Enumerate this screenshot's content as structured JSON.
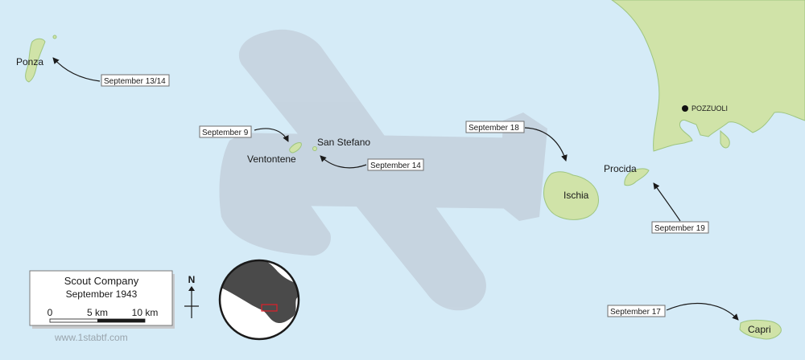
{
  "places": {
    "ponza": "Ponza",
    "ventotene": "Ventontene",
    "san_stefano": "San Stefano",
    "ischia": "Ischia",
    "procida": "Procida",
    "capri": "Capri",
    "pozzuoli": "POZZUOLI"
  },
  "dates": {
    "ponza": "September 13/14",
    "ventotene": "September 9",
    "san_stefano": "September 14",
    "ischia": "September 18",
    "procida": "September 19",
    "capri": "September 17"
  },
  "legend": {
    "title": "Scout Company",
    "subtitle": "September 1943",
    "scale_0": "0",
    "scale_5": "5 km",
    "scale_10": "10 km"
  },
  "compass": {
    "north": "N"
  },
  "credit": "www.1stabtf.com",
  "colors": {
    "sea": "#d5ebf7",
    "land": "#d0e3a8",
    "land_stroke": "#9ec57f",
    "watermark": "#c4d1dd"
  }
}
